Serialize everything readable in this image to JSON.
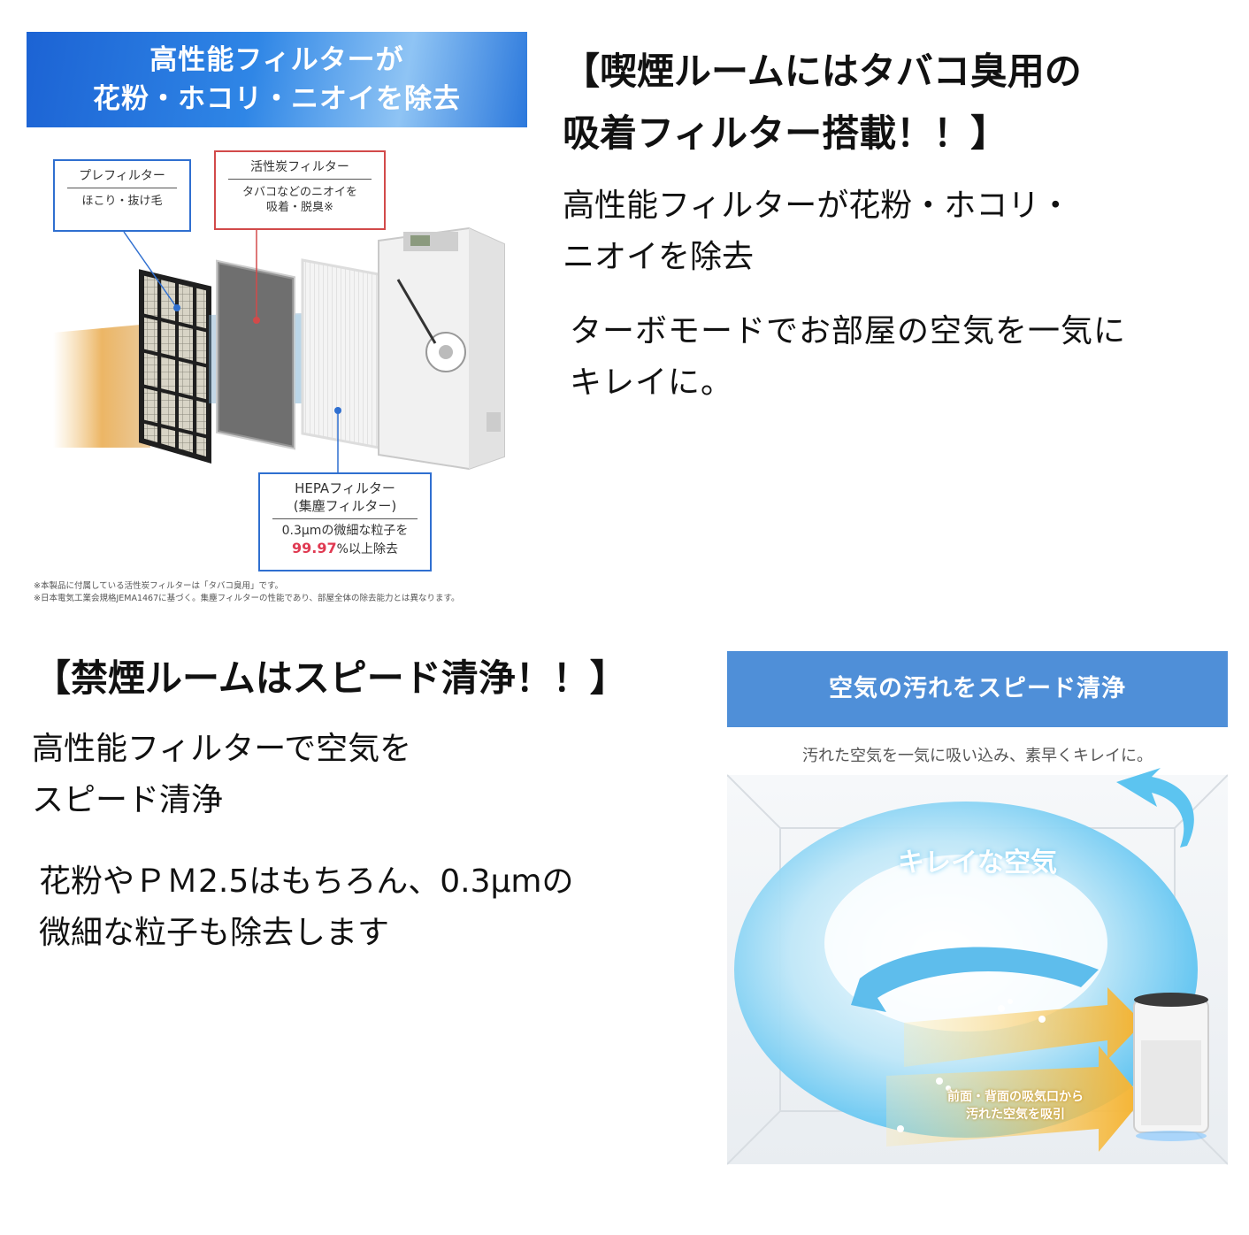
{
  "filter_image": {
    "banner_line1": "高性能フィルターが",
    "banner_line2": "花粉・ホコリ・ニオイを除去",
    "prefilter": {
      "title": "プレフィルター",
      "desc": "ほこり・抜け毛"
    },
    "carbon_filter": {
      "title": "活性炭フィルター",
      "desc_line1": "タバコなどのニオイを",
      "desc_line2": "吸着・脱臭※"
    },
    "hepa_filter": {
      "title_line1": "HEPAフィルター",
      "title_line2": "(集塵フィルター)",
      "desc_line1": "0.3μmの微細な粒子を",
      "percent": "99.97",
      "desc_line2_suffix": "%以上除去"
    },
    "note1": "※本製品に付属している活性炭フィルターは「タバコ臭用」です。",
    "note2": "※日本電気工業会規格JEMA1467に基づく。集塵フィルターの性能であり、部屋全体の除去能力とは異なります。"
  },
  "smoking_section": {
    "heading_line1": "【喫煙ルームにはタバコ臭用の",
    "heading_line2": "吸着フィルター搭載！！】",
    "sub_line1": "高性能フィルターが花粉・ホコリ・",
    "sub_line2": "ニオイを除去",
    "desc_line1": "ターボモードでお部屋の空気を一気に",
    "desc_line2": "キレイに。"
  },
  "nonsmoking_section": {
    "heading": "【禁煙ルームはスピード清浄！！】",
    "sub_line1": "高性能フィルターで空気を",
    "sub_line2": "スピード清浄",
    "desc_line1": "花粉やＰＭ2.5はもちろん、0.3μmの",
    "desc_line2": "微細な粒子も除去します"
  },
  "airflow_image": {
    "banner": "空気の汚れをスピード清浄",
    "caption": "汚れた空気を一気に吸い込み、素早くキレイに。",
    "clean_air_label": "キレイな空気",
    "intake_line1": "前面・背面の吸気口から",
    "intake_line2": "汚れた空気を吸引"
  },
  "colors": {
    "banner_blue": "#2f86e6",
    "callout_blue": "#2f6fd0",
    "callout_red": "#d24a4a",
    "highlight_red": "#e03a52",
    "airflow_banner": "#4f8fd8",
    "clean_air_blue": "#5cc4f0",
    "dirty_air_yellow": "#f5b93a"
  }
}
